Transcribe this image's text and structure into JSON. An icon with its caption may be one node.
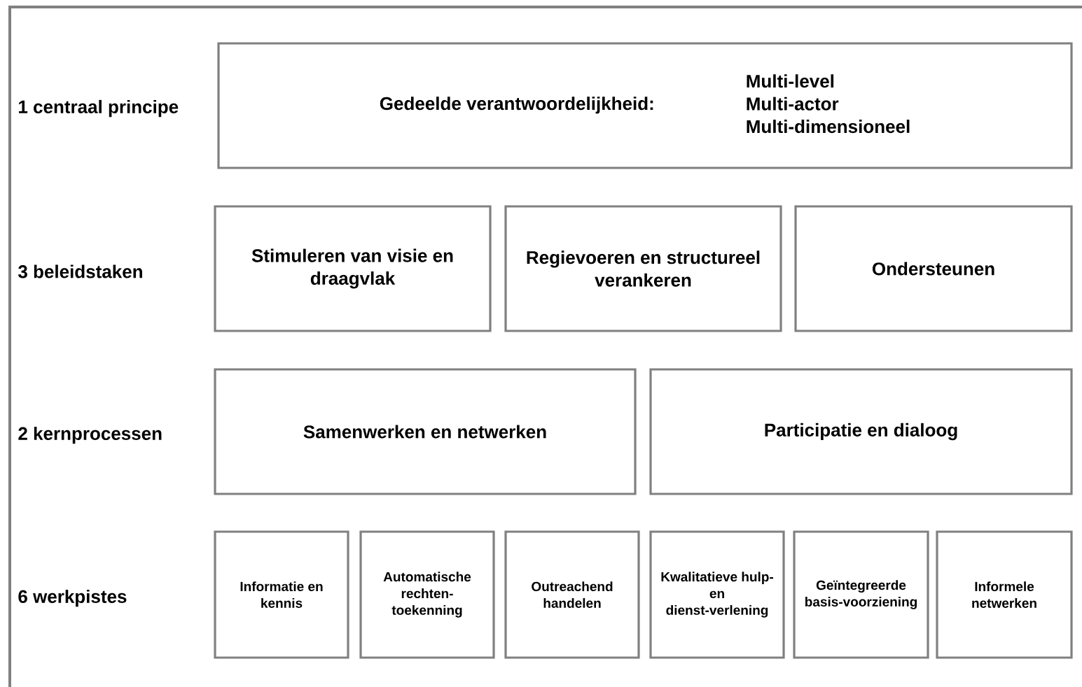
{
  "diagram": {
    "nodes": [
      {
        "text": [
          "Gedeelde verantwoordelijkheid:",
          "Multi-level",
          "Multi-actor",
          "Multi-dimensioneel"
        ]
      },
      {
        "text": [
          "Stimuleren van visie en draagvlak"
        ]
      },
      {
        "text": [
          "Regievoeren en structureel verankeren"
        ]
      },
      {
        "text": [
          "Ondersteunen"
        ]
      },
      {
        "text": [
          "Samenwerken en netwerken"
        ]
      },
      {
        "text": [
          "Participatie en dialoog"
        ]
      },
      {
        "text": [
          "Informatie en kennis"
        ]
      },
      {
        "text": [
          "Automatische rechten-toekenning"
        ]
      },
      {
        "text": [
          "Outreachend handelen"
        ]
      },
      {
        "text": [
          "Kwalitatieve hulp- en dienst-verlening"
        ]
      },
      {
        "text": [
          "Geïntegreerde basis-voorziening"
        ]
      },
      {
        "text": [
          "Informele netwerken"
        ]
      }
    ],
    "labels": [
      "1 centraal principe",
      "3 beleidstaken",
      "2 kernprocessen",
      "6 werkpistes"
    ]
  }
}
